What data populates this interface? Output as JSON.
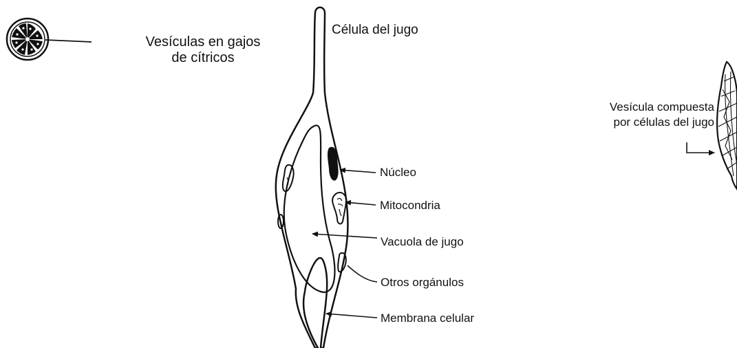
{
  "colors": {
    "ink": "#111111",
    "background": "#ffffff"
  },
  "labels": {
    "vesicles_line1": "Vesículas en gajos",
    "vesicles_line2": "de cítricos",
    "juice_cell": "Célula del jugo",
    "nucleus": "Núcleo",
    "mitochondria": "Mitocondria",
    "juice_vacuole": "Vacuola de jugo",
    "other_organelles": "Otros orgánulos",
    "cell_membrane": "Membrana celular",
    "compound_vesicle_line1": "Vesícula compuesta",
    "compound_vesicle_line2": "por células del jugo"
  },
  "icons": [
    "citrus-slice-icon",
    "arrow-icon",
    "vesicle-icon"
  ]
}
